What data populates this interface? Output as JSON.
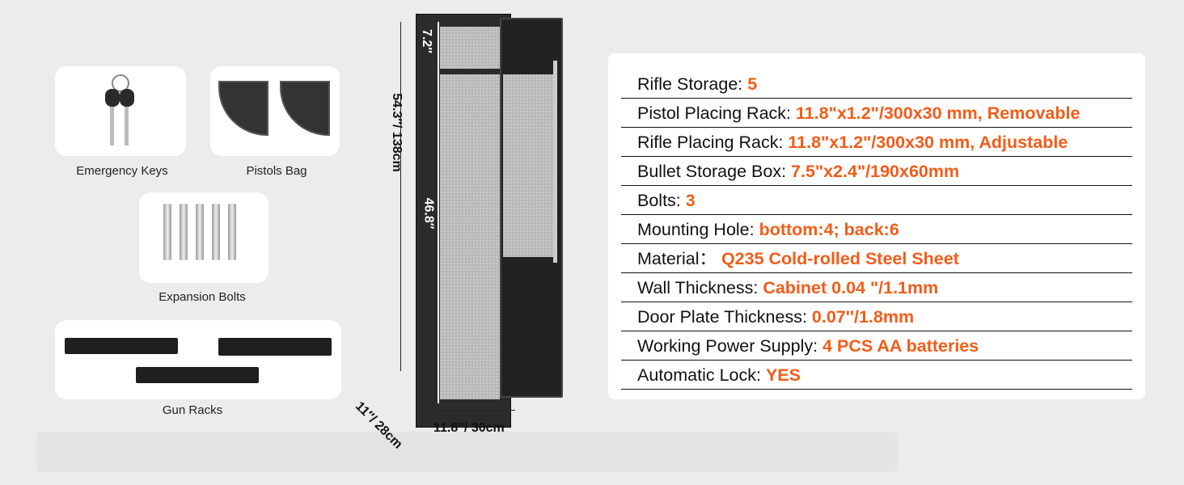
{
  "accessories": [
    {
      "label": "Emergency Keys"
    },
    {
      "label": "Pistols Bag"
    },
    {
      "label": "Expansion Bolts"
    },
    {
      "label": "Gun Racks"
    }
  ],
  "dimensions": {
    "height": "54.3″/ 138cm",
    "top_compartment": "7.2″",
    "main_compartment": "46.8″",
    "depth": "11″/ 28cm",
    "width": "11.8″/ 30cm"
  },
  "specs": [
    {
      "label": "Rifle Storage: ",
      "value": "5"
    },
    {
      "label": "Pistol Placing Rack: ",
      "value": "11.8\"x1.2\"/300x30 mm, Removable"
    },
    {
      "label": "Rifle Placing Rack: ",
      "value": "11.8\"x1.2\"/300x30 mm, Adjustable"
    },
    {
      "label": "Bullet Storage Box: ",
      "value": "7.5\"x2.4\"/190x60mm"
    },
    {
      "label": "Bolts: ",
      "value": "3"
    },
    {
      "label": "Mounting Hole: ",
      "value": "bottom:4; back:6"
    },
    {
      "label": "Material： ",
      "value": "Q235 Cold-rolled Steel Sheet"
    },
    {
      "label": "Wall Thickness: ",
      "value": "Cabinet 0.04 \"/1.1mm"
    },
    {
      "label": "Door Plate Thickness: ",
      "value": "0.07''/1.8mm"
    },
    {
      "label": "Working Power Supply: ",
      "value": "4 PCS AA batteries"
    },
    {
      "label": "Automatic Lock: ",
      "value": "YES"
    }
  ],
  "colors": {
    "accent": "#f25c19"
  }
}
